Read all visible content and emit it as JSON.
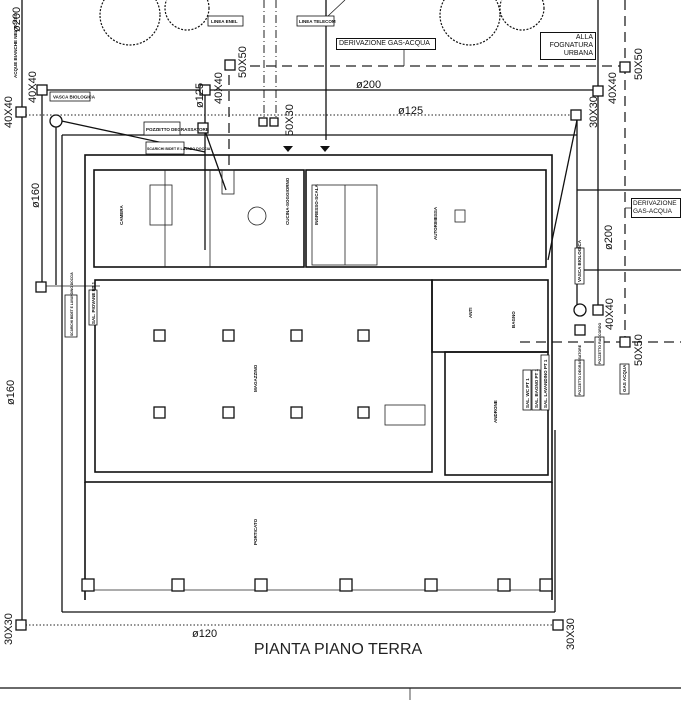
{
  "title": "PIANTA PIANO TERRA",
  "pipes": {
    "d200_top": "ø200",
    "d125_top": "ø125",
    "d125_vert": "ø125",
    "d200_left": "ø200",
    "d160_left_upper": "ø160",
    "d160_left_lower": "ø160",
    "d120_bottom": "ø120",
    "d200_right": "ø200"
  },
  "manholes": {
    "m_40x40_a": "40X40",
    "m_40x40_b": "40X40",
    "m_40x40_c": "40X40",
    "m_40x40_d": "40X40",
    "m_40x40_e": "40X40",
    "m_50x50_a": "50X50",
    "m_50x50_b": "50X50",
    "m_50x50_c": "50X50",
    "m_30x30_a": "30X30",
    "m_30x30_b": "30X30",
    "m_30x30_c": "30X30",
    "m_50x30": "50X30"
  },
  "tags": {
    "linea_enel": "LINEA ENEL",
    "linea_telecom": "LINEA TELECOM",
    "derivazione_top": "DERIVAZIONE GAS-ACQUA",
    "derivazione_right": "DERIVAZIONE GAS-ACQUA",
    "fognatura": "ALLA FOGNATURA URBANA",
    "acque_bianche": "ACQUE BIANCHE NEL FOSSO",
    "vasca_top": "VASCA BIOLOGICA",
    "vasca_right": "VASCA BIOLOGICA",
    "pozzetto_degr_top": "POZZETTO DEGRASSATORE",
    "pozzetto_degr_right": "POZZETTO DEGRASSATORE",
    "pozzetto_raccordo": "POZZETTO RACCORDO",
    "scarichi_top": "SCARICHI BIDET E LAVABO DOCCIA",
    "scarichi_left": "SCARICHI BIDET E LAVANDINO DOCCIA",
    "sal_piovane_left": "SAL. PIOVANE PT 1",
    "sal_wc": "SAL. WC PT 1",
    "sal_bagno": "SAL. BAGNO PT 1",
    "sal_lavandino": "SAL. LAVANDINO PT 1",
    "gas_acqua": "GAS ACQUA"
  },
  "rooms": {
    "camera": "CAMERA",
    "cucina": "CUCINA-SOGGIORNO",
    "ingresso": "INGRESSO-SCALA",
    "autorimessa": "AUTORIMESSA",
    "magazzino": "MAGAZZINO",
    "anti": "ANTI",
    "bagno": "BAGNO",
    "androne": "ANDRONE",
    "porticato": "PORTICATO"
  }
}
